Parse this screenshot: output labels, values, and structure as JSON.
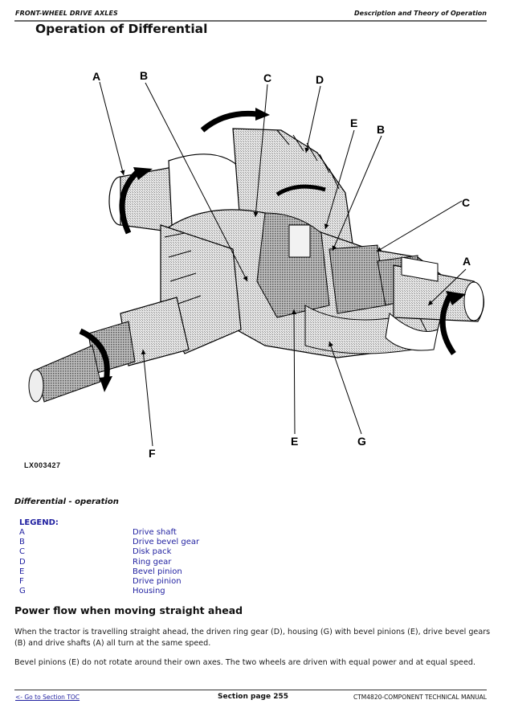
{
  "header": {
    "section": "FRONT-WHEEL DRIVE AXLES",
    "category": "Description and Theory of Operation"
  },
  "page_title": "Operation of Differential",
  "figure": {
    "id": "LX003427",
    "caption": "Differential - operation",
    "callouts": {
      "A_left": "A",
      "B_left": "B",
      "C_top": "C",
      "D": "D",
      "E_top": "E",
      "B_right": "B",
      "C_right": "C",
      "A_right": "A",
      "F": "F",
      "E_bottom": "E",
      "G": "G"
    }
  },
  "legend": {
    "title": "LEGEND:",
    "items": [
      {
        "key": "A",
        "label": "Drive shaft"
      },
      {
        "key": "B",
        "label": "Drive bevel gear"
      },
      {
        "key": "C",
        "label": "Disk pack"
      },
      {
        "key": "D",
        "label": "Ring gear"
      },
      {
        "key": "E",
        "label": "Bevel pinion"
      },
      {
        "key": "F",
        "label": "Drive pinion"
      },
      {
        "key": "G",
        "label": "Housing"
      }
    ]
  },
  "section": {
    "heading": "Power flow when moving straight ahead",
    "paragraphs": [
      "When the tractor is travelling straight ahead, the driven ring gear (D), housing (G) with bevel pinions (E), drive bevel gears (B) and drive shafts (A) all turn at the same speed.",
      "Bevel pinions (E) do not rotate around their own axes. The two wheels are driven with equal power and at equal speed."
    ]
  },
  "footer": {
    "toc_link": "<- Go to Section TOC",
    "page": "Section page 255",
    "manual": "CTM4820-COMPONENT TECHNICAL MANUAL"
  }
}
